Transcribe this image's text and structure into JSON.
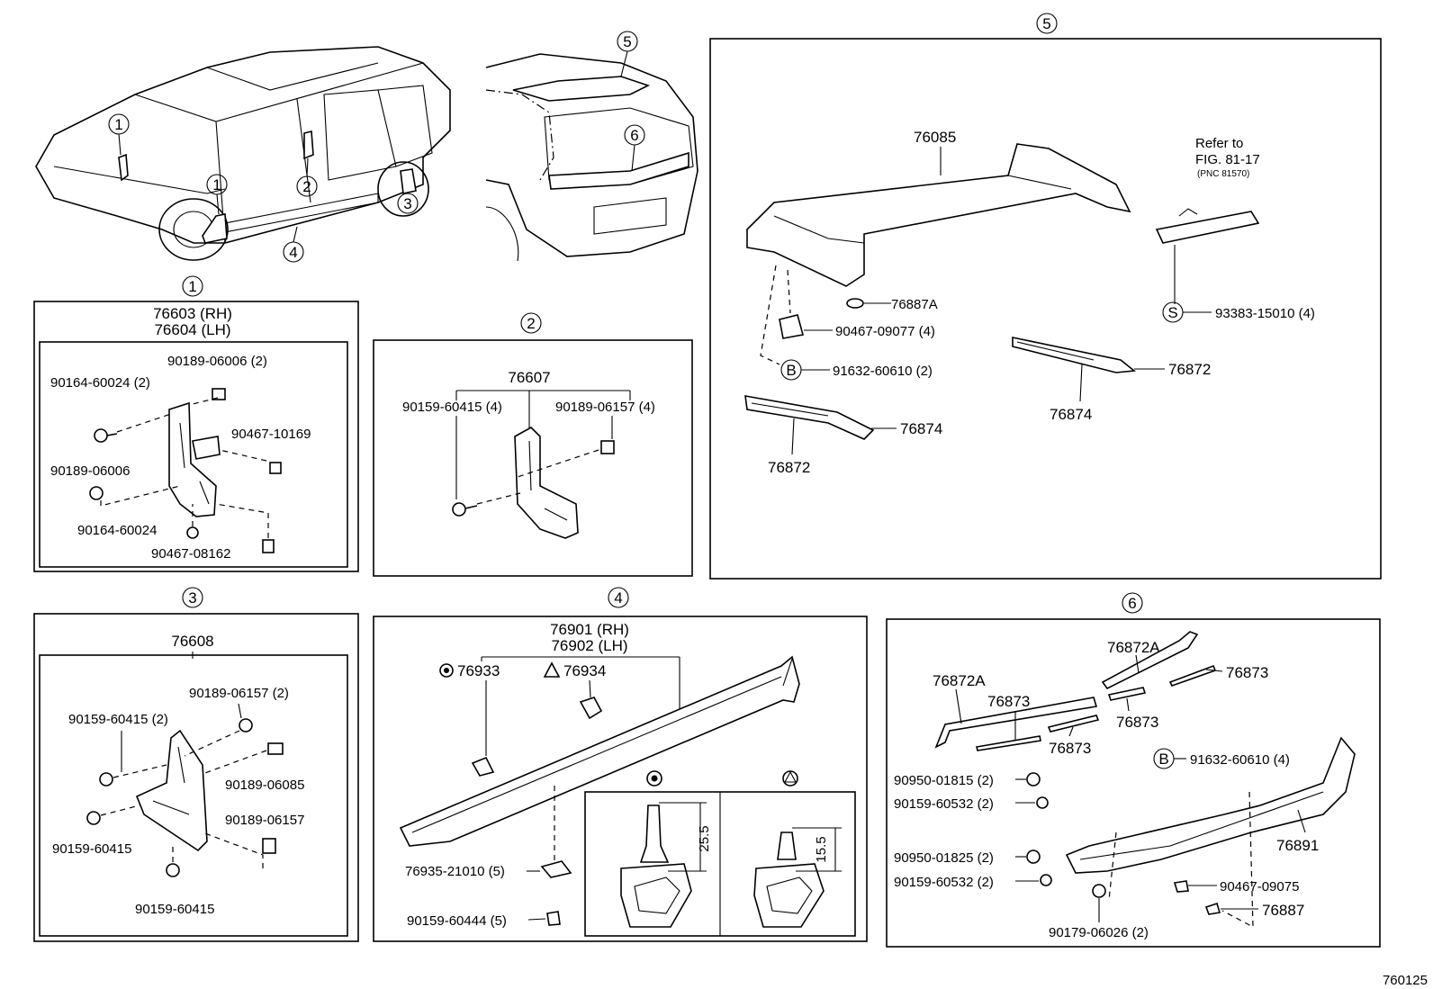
{
  "figure_id": "760125",
  "callouts": {
    "c1": "1",
    "c2": "2",
    "c3": "3",
    "c4": "4",
    "c5": "5",
    "c6": "6",
    "b": "B",
    "s": "S"
  },
  "panel1": {
    "part": "76603 (RH)",
    "part_lh": "76604 (LH)",
    "labels": [
      "90189-06006 (2)",
      "90164-60024 (2)",
      "90467-10169",
      "90189-06006",
      "90164-60024",
      "90467-08162"
    ]
  },
  "panel2": {
    "part": "76607",
    "labels": [
      "90159-60415 (4)",
      "90189-06157 (4)"
    ]
  },
  "panel3": {
    "part": "76608",
    "labels": [
      "90189-06157 (2)",
      "90159-60415 (2)",
      "90189-06085",
      "90189-06157",
      "90159-60415",
      "90159-60415"
    ]
  },
  "panel4": {
    "part": "76901 (RH)",
    "part_lh": "76902 (LH)",
    "labels": [
      "76933",
      "76934",
      "76935-21010 (5)",
      "90159-60444 (5)"
    ],
    "dims": [
      "25.5",
      "15.5"
    ]
  },
  "panel5": {
    "part": "76085",
    "refer": [
      "Refer to",
      "FIG. 81-17",
      "(PNC 81570)"
    ],
    "labels": [
      "76887A",
      "90467-09077 (4)",
      "91632-60610 (2)",
      "93383-15010 (4)",
      "76872",
      "76874",
      "76874",
      "76872"
    ]
  },
  "panel6": {
    "labels": [
      "76872A",
      "76872A",
      "76873",
      "76873",
      "76873",
      "76873",
      "91632-60610 (4)",
      "90950-01815 (2)",
      "90159-60532 (2)",
      "90950-01825 (2)",
      "90159-60532 (2)",
      "76891",
      "90467-09075",
      "76887",
      "90179-06026 (2)"
    ]
  }
}
